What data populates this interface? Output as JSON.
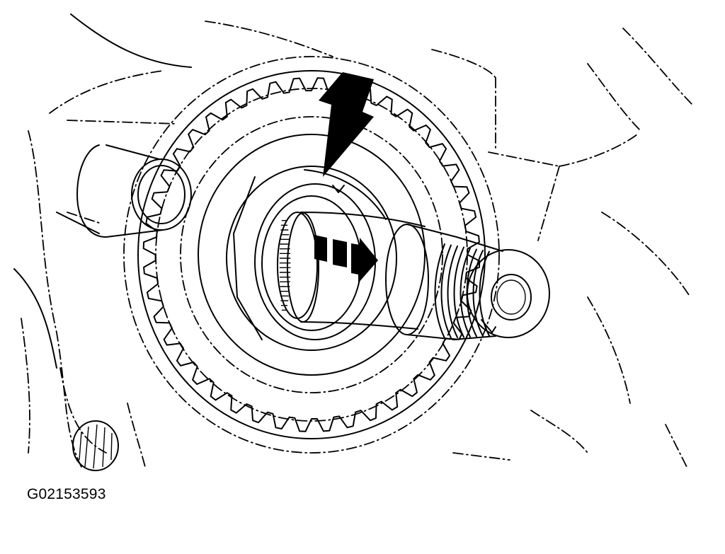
{
  "figure": {
    "code": "G02153593",
    "subject": "shaft-with-gear-assembly",
    "callouts": {
      "black_arrow": "points-down-to-snap-ring",
      "dashed_arrow": "indicates-direction-along-shaft"
    }
  },
  "colors": {
    "ink": "#000000",
    "paper": "#ffffff"
  }
}
